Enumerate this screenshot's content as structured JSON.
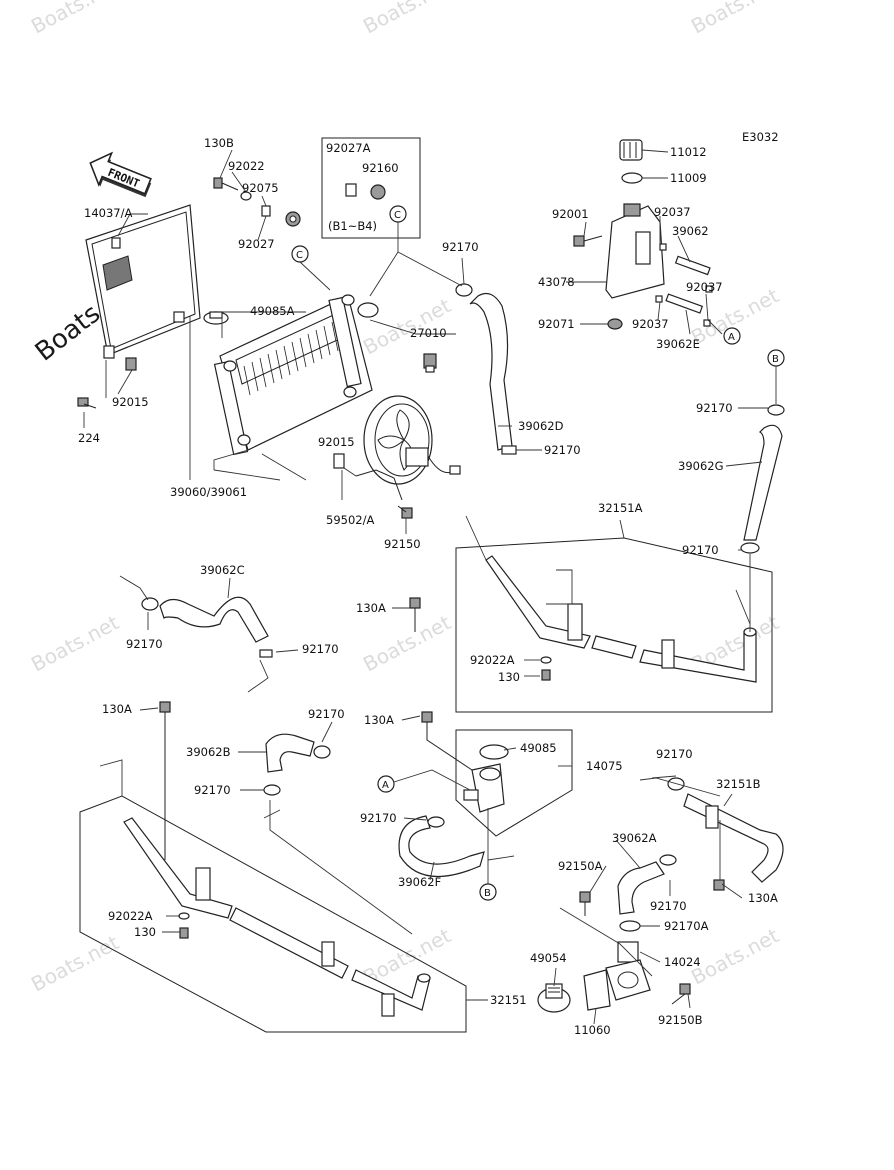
{
  "diagram_code": "E3032",
  "watermark": "Boats.net",
  "front_label": "FRONT",
  "circle_markers": [
    "A",
    "B",
    "C"
  ],
  "box_range_label": "(B1~B4)",
  "part_labels": {
    "l130B": "130B",
    "l92022": "92022",
    "l92075": "92075",
    "l92027": "92027",
    "l92027A": "92027A",
    "l92160": "92160",
    "l14037A": "14037/A",
    "l49085A": "49085A",
    "l27010": "27010",
    "l92015a": "92015",
    "l224": "224",
    "l92015b": "92015",
    "l39060": "39060/39061",
    "l59502A": "59502/A",
    "l92150": "92150",
    "l92170a": "92170",
    "l39062D": "39062D",
    "l92170b": "92170",
    "l11012": "11012",
    "l11009": "11009",
    "l92001": "92001",
    "l92037a": "92037",
    "l39062": "39062",
    "l43078": "43078",
    "l92037b": "92037",
    "l92071": "92071",
    "l92037c": "92037",
    "l39062E": "39062E",
    "l92170c": "92170",
    "l39062G": "39062G",
    "l32151A": "32151A",
    "l92170d": "92170",
    "l39062C": "39062C",
    "l92170e": "92170",
    "l92170f": "92170",
    "l130Aa": "130A",
    "l92022Aa": "92022A",
    "l130a": "130",
    "l130Ab": "130A",
    "l92170g": "92170",
    "l39062B": "39062B",
    "l92170h": "92170",
    "l130Ac": "130A",
    "l49085": "49085",
    "l14075": "14075",
    "l92170i": "92170",
    "l39062F": "39062F",
    "l92022Ab": "92022A",
    "l130b": "130",
    "l32151": "32151",
    "l92170j": "92170",
    "l32151B": "32151B",
    "l39062A": "39062A",
    "l92150A": "92150A",
    "l92170k": "92170",
    "l130Ad": "130A",
    "l92170A": "92170A",
    "l49054": "49054",
    "l14024": "14024",
    "l11060": "11060",
    "l92150B": "92150B"
  }
}
